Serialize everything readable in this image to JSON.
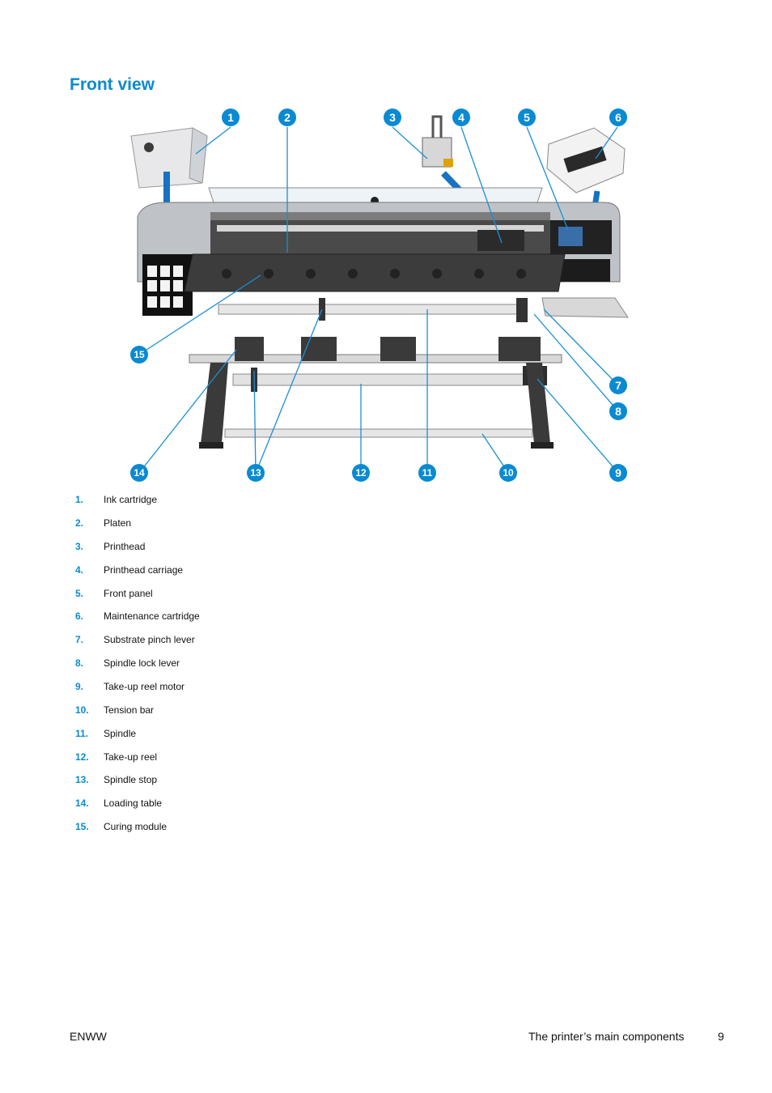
{
  "page_title": "Front view",
  "callout_numbers": [
    "1",
    "2",
    "3",
    "4",
    "5",
    "6",
    "7",
    "8",
    "9",
    "10",
    "11",
    "12",
    "13",
    "14",
    "15"
  ],
  "legend": [
    {
      "num": "1.",
      "label": "Ink cartridge"
    },
    {
      "num": "2.",
      "label": "Platen"
    },
    {
      "num": "3.",
      "label": "Printhead"
    },
    {
      "num": "4.",
      "label": "Printhead carriage"
    },
    {
      "num": "5.",
      "label": "Front panel"
    },
    {
      "num": "6.",
      "label": "Maintenance cartridge"
    },
    {
      "num": "7.",
      "label": "Substrate pinch lever"
    },
    {
      "num": "8.",
      "label": "Spindle lock lever"
    },
    {
      "num": "9.",
      "label": "Take-up reel motor"
    },
    {
      "num": "10.",
      "label": "Tension bar"
    },
    {
      "num": "11.",
      "label": "Spindle"
    },
    {
      "num": "12.",
      "label": "Take-up reel"
    },
    {
      "num": "13.",
      "label": "Spindle stop"
    },
    {
      "num": "14.",
      "label": "Loading table"
    },
    {
      "num": "15.",
      "label": "Curing module"
    }
  ],
  "footer": {
    "left": "ENWW",
    "section": "The printer’s main components",
    "page_number": "9"
  },
  "colors": {
    "accent": "#0a8ad2",
    "text": "#111111"
  }
}
